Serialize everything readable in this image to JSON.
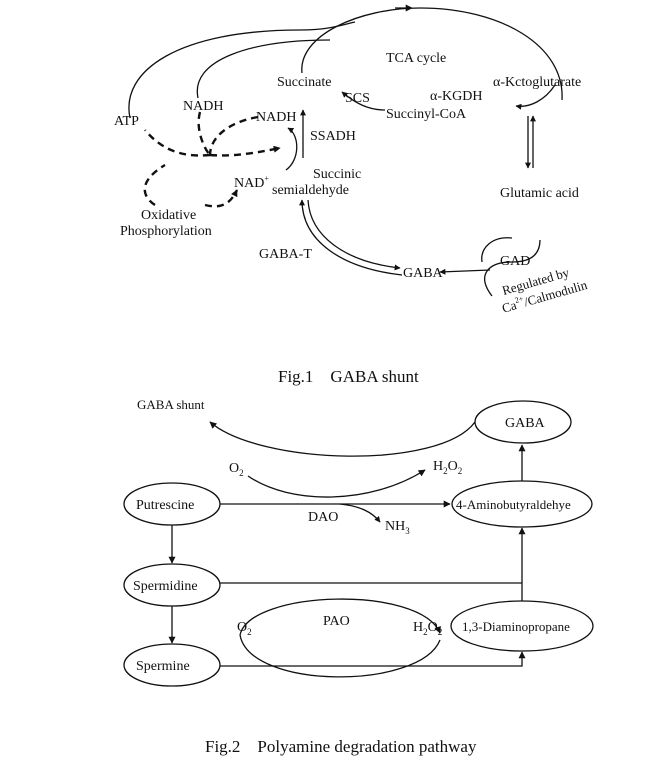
{
  "figure1": {
    "caption": "Fig.1    GABA shunt",
    "tca_cycle": "TCA cycle",
    "succinate": "Succinate",
    "alpha_ketoglutarate": "α-Kctoglutarate",
    "alpha_kgdh": "α-KGDH",
    "succinyl_coa": "Succinyl-CoA",
    "scs": "SCS",
    "nadh_left": "NADH",
    "nadh_right": "NADH",
    "atp": "ATP",
    "ssadh": "SSADH",
    "succinic_line1": "Succinic",
    "succinic_line2": "semialdehyde",
    "nad_plus": "NAD",
    "nad_plus_sup": "+",
    "oxidative_line1": "Oxidative",
    "oxidative_line2": "Phosphorylation",
    "glutamic_acid": "Glutamic acid",
    "gaba_t": "GABA-T",
    "gaba": "GABA",
    "gad": "GAD",
    "regulated_line1": "Regulated by",
    "regulated_line2_ca": "Ca",
    "regulated_line2_sup": "2+",
    "regulated_line2_rest": "/Calmodulin"
  },
  "figure2": {
    "caption": "Fig.2    Polyamine degradation pathway",
    "gaba_shunt": "GABA shunt",
    "gaba": "GABA",
    "putrescine": "Putrescine",
    "aminobutyraldehyde": "4-Aminobutyraldehye",
    "spermidine": "Spermidine",
    "spermine": "Spermine",
    "diaminopropane": "1,3-Diaminopropane",
    "dao": "DAO",
    "pao": "PAO",
    "o2_top": "O",
    "o2_top_sub": "2",
    "h2o2_top_a": "H",
    "h2o2_top_sub1": "2",
    "h2o2_top_b": "O",
    "h2o2_top_sub2": "2",
    "nh3": "NH",
    "nh3_sub": "3",
    "o2_pao": "O",
    "o2_pao_sub": "2",
    "h2o2_pao_a": "H",
    "h2o2_pao_sub1": "2",
    "h2o2_pao_b": "O",
    "h2o2_pao_sub2": "2"
  }
}
